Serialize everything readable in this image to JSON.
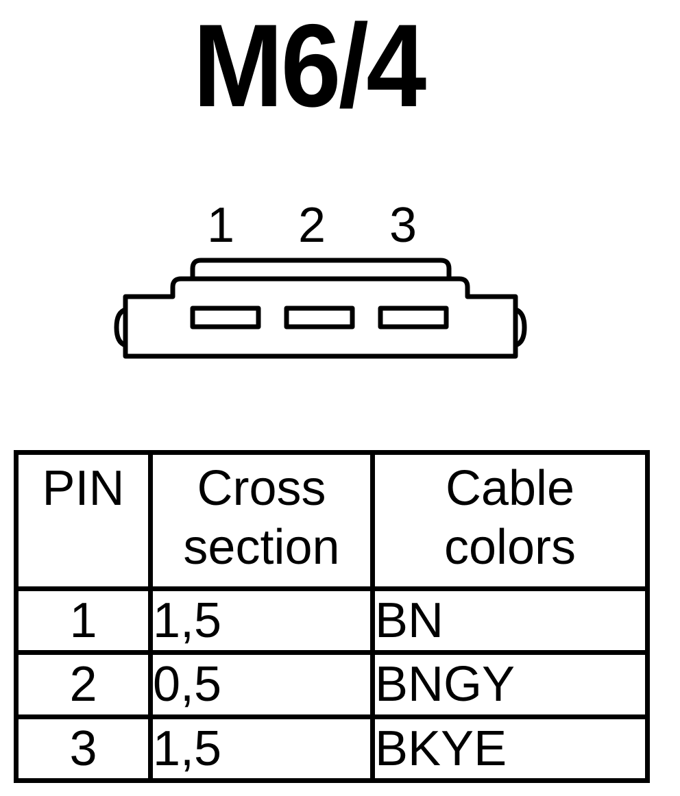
{
  "title": "M6/4",
  "connector": {
    "pin_labels": [
      "1",
      "2",
      "3"
    ]
  },
  "table": {
    "headers": {
      "pin": "PIN",
      "cross_section": [
        "Cross",
        "section"
      ],
      "cable_colors": [
        "Cable",
        "colors"
      ]
    },
    "rows": [
      {
        "pin": "1",
        "cross_section": "1,5",
        "cable_color": "BN"
      },
      {
        "pin": "2",
        "cross_section": "0,5",
        "cable_color": "BNGY"
      },
      {
        "pin": "3",
        "cross_section": "1,5",
        "cable_color": "BKYE"
      }
    ]
  }
}
